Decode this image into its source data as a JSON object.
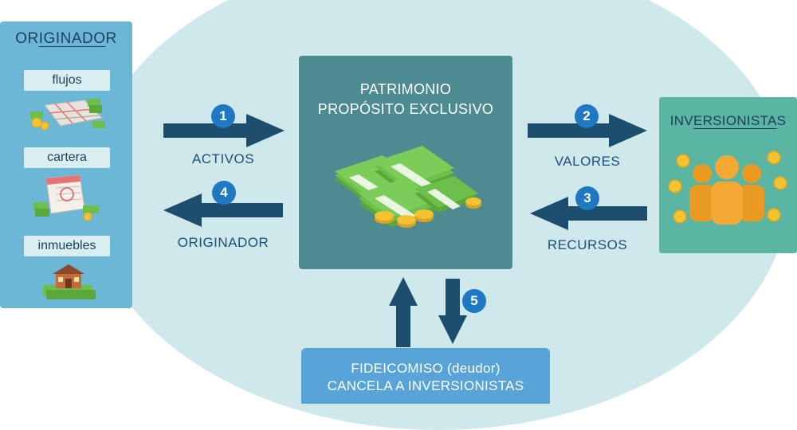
{
  "originator_panel": {
    "title_part1": "OR",
    "title_part2": "IGINADO",
    "title_part3": "R",
    "items": [
      {
        "label": "flujos",
        "icon": "cash-map-icon"
      },
      {
        "label": "cartera",
        "icon": "calendar-cash-icon"
      },
      {
        "label": "inmuebles",
        "icon": "house-cash-icon"
      }
    ]
  },
  "center_panel": {
    "title_line1": "PATRIMONIO",
    "title_line2": "PROPÓSITO EXCLUSIVO",
    "icon": "money-stack-icon"
  },
  "investors_panel": {
    "title_part1": "INV",
    "title_part2": "ERSIONISTA",
    "title_part3": "S",
    "icon": "people-coins-icon"
  },
  "bottom_panel": {
    "line1": "FIDEICOMISO (deudor)",
    "line2": "CANCELA A INVERSIONISTAS"
  },
  "flows": [
    {
      "number": "1",
      "label": "ACTIVOS"
    },
    {
      "number": "2",
      "label": "VALORES"
    },
    {
      "number": "3",
      "label": "RECURSOS"
    },
    {
      "number": "4",
      "label": "ORIGINADOR"
    },
    {
      "number": "5",
      "label": ""
    }
  ],
  "colors": {
    "background_ellipse": "#cfe8ec",
    "arrow": "#1d4e6e",
    "badge": "#1f78c1",
    "originator_panel": "#6db7d6",
    "center_panel": "#4d8b90",
    "investors_panel": "#5ab6a2",
    "bottom_panel": "#58a4d8",
    "money_green": "#6dbf4b",
    "coin_gold": "#f5c234",
    "person_orange": "#f4a935"
  }
}
